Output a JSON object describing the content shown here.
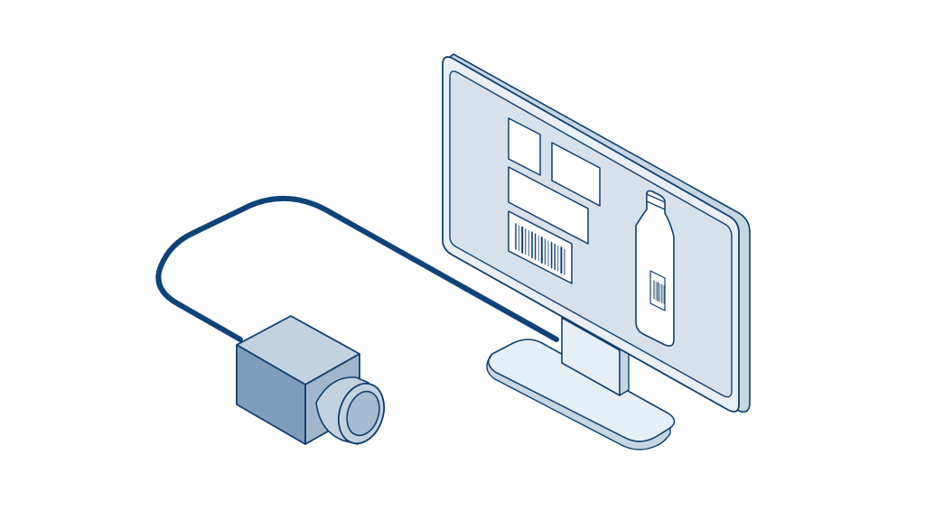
{
  "illustration": {
    "subject": "machine-vision-inspection",
    "elements": [
      "industrial-camera",
      "data-cable",
      "monitor",
      "bottle-image",
      "barcode-panel",
      "info-panels"
    ]
  },
  "colors": {
    "outline": "#0f3f6e",
    "cable": "#0d4378",
    "screen_fill": "#d6e1ec",
    "bezel_fill": "#e8eff6",
    "bezel_side": "#c7d6e5",
    "stand_fill": "#e6eef6",
    "camera_front": "#7f9dbb",
    "camera_top": "#c3d2e1",
    "camera_side": "#9fb6cc",
    "lens_face": "#a6bcd2",
    "background": "#ffffff"
  },
  "icons": {
    "barcode": "barcode-icon",
    "bottle": "bottle-icon",
    "camera": "camera-icon",
    "monitor": "monitor-icon"
  }
}
